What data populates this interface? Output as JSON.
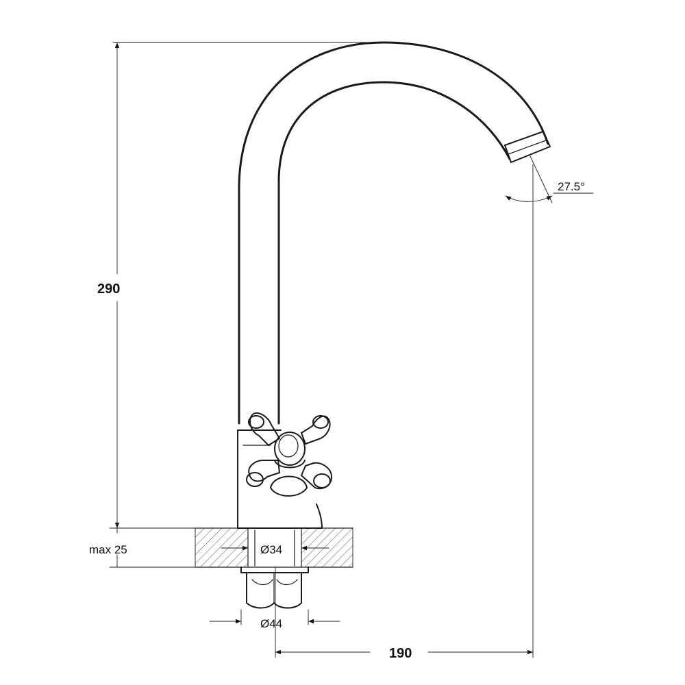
{
  "dimensions": {
    "height_total": "290",
    "max_thickness": "max 25",
    "hole_diameter": "Ø34",
    "nut_diameter": "Ø44",
    "reach": "190",
    "spout_angle": "27.5°"
  },
  "colors": {
    "line": "#1a1a1a",
    "hatch": "#555555",
    "background": "#ffffff"
  }
}
